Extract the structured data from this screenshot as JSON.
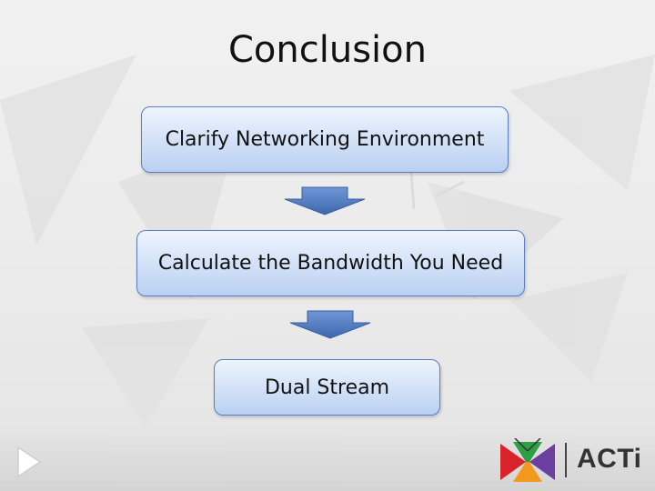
{
  "slide": {
    "title": "Conclusion"
  },
  "flow": {
    "steps": [
      "Clarify Networking Environment",
      "Calculate the Bandwidth You Need",
      "Dual Stream"
    ],
    "box_fill": "#d6e4f8",
    "box_border": "#5c7ec4",
    "arrow_color": "#4f7ac0"
  },
  "footer": {
    "logo_text": "ACTi",
    "icons": [
      "play-icon",
      "acti-logo-icon"
    ]
  }
}
